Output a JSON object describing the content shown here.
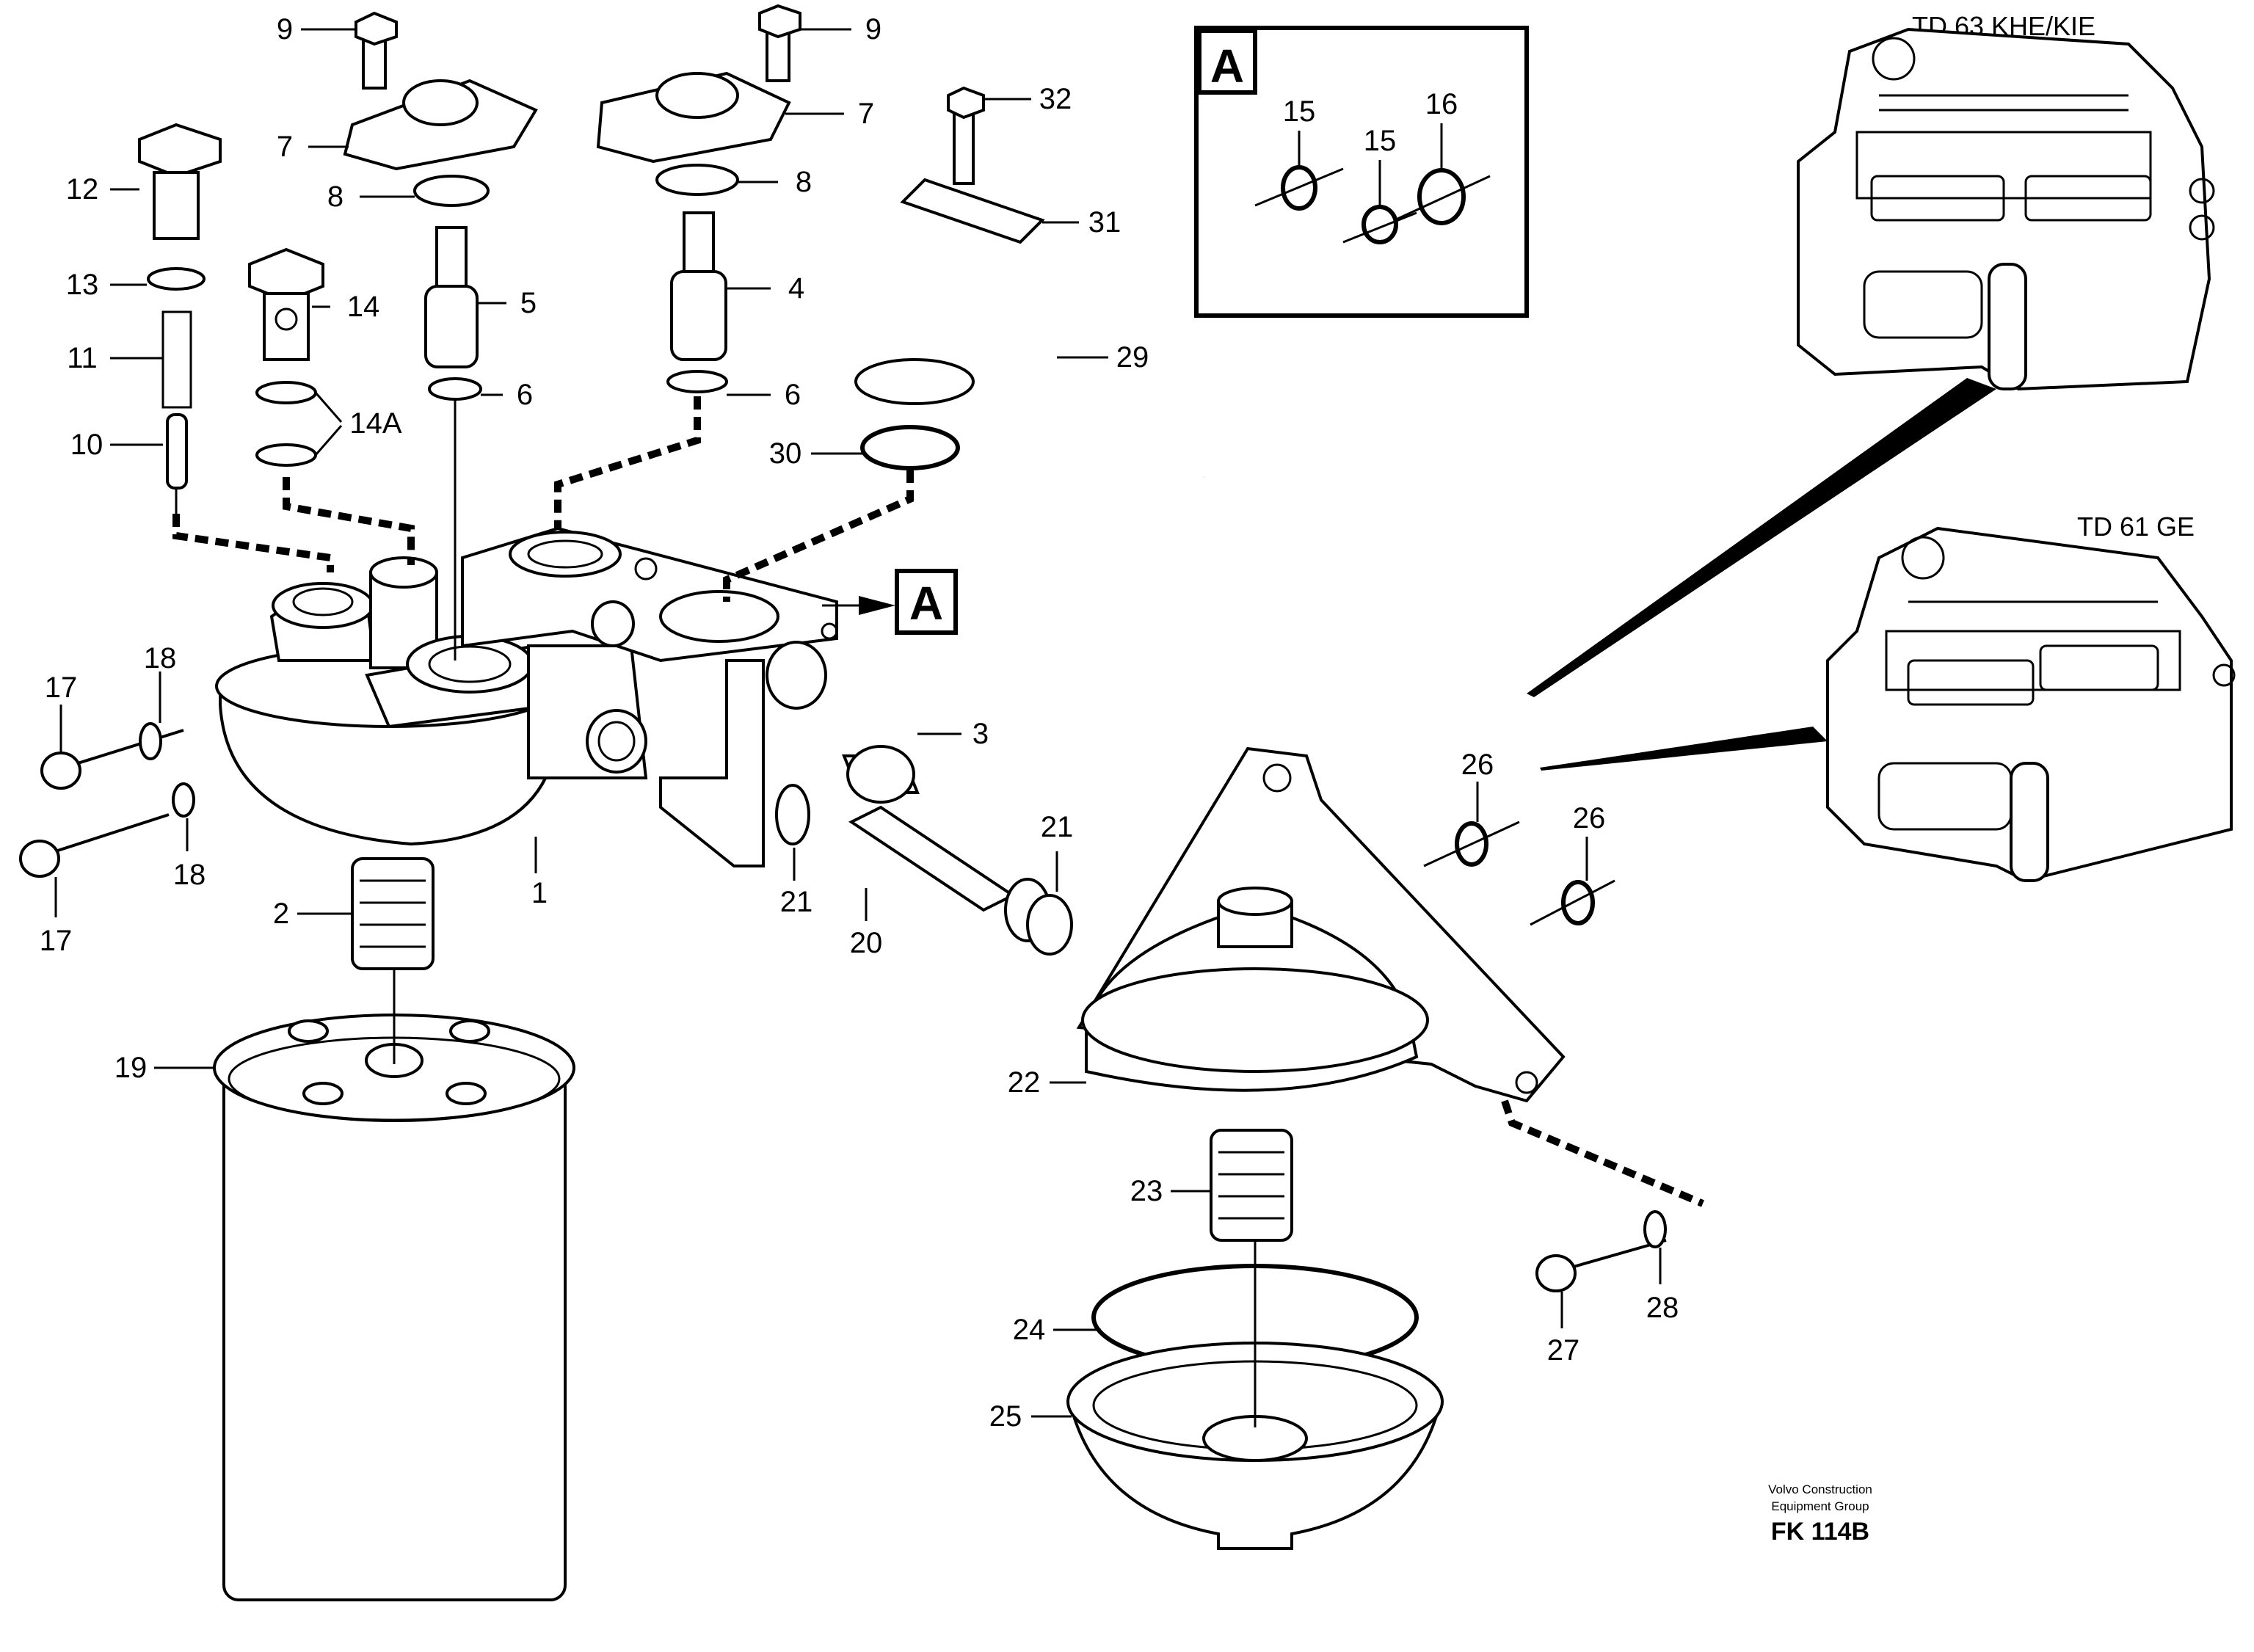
{
  "diagram": {
    "engine_variants": [
      "TD 63 KHE/KIE",
      "TD 61 GE"
    ],
    "detail_marker": "A",
    "detail_callouts": [
      "15",
      "15",
      "16"
    ],
    "callouts": [
      "1",
      "2",
      "3",
      "4",
      "5",
      "6",
      "6",
      "7",
      "7",
      "8",
      "8",
      "9",
      "9",
      "10",
      "11",
      "12",
      "13",
      "14",
      "14A",
      "17",
      "17",
      "18",
      "18",
      "19",
      "20",
      "21",
      "21",
      "22",
      "23",
      "24",
      "25",
      "26",
      "26",
      "27",
      "28",
      "29",
      "30",
      "31",
      "32"
    ],
    "footer": {
      "company_line1": "Volvo Construction",
      "company_line2": "Equipment Group",
      "drawing_code": "FK 114B"
    }
  }
}
